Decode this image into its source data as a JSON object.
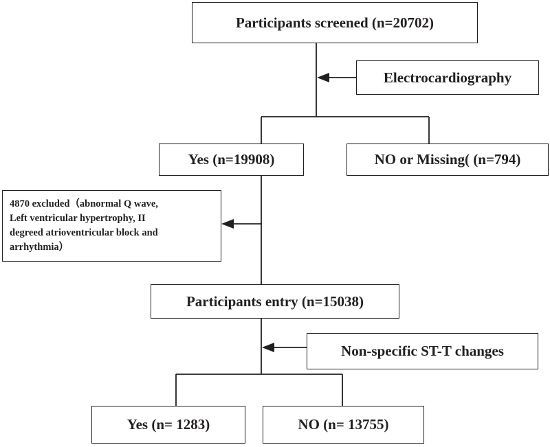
{
  "nodes": {
    "screened": "Participants screened (n=20702)",
    "ecg": "Electrocardiography",
    "yes1": "Yes (n=19908)",
    "no1": "NO or Missing( (n=794)",
    "excluded": [
      "4870 excluded（abnormal Q wave,",
      "Left ventricular hypertrophy, II",
      "degreed atrioventricular block and",
      "arrhythmia）"
    ],
    "entry": "Participants entry (n=15038)",
    "stt": "Non-specific ST-T changes",
    "yes2": "Yes (n= 1283)",
    "no2": "NO (n= 13755)"
  }
}
